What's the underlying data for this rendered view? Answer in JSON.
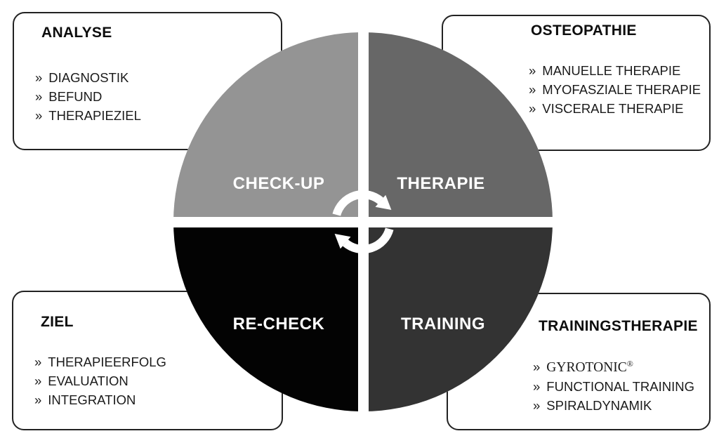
{
  "ui": {
    "bullet": "»",
    "background_color": "#ffffff",
    "panel_border_color": "#222222",
    "arrow_color": "#ffffff"
  },
  "cycle": {
    "center_icon": "cycle-arrows",
    "quadrants": [
      {
        "id": "check_up",
        "label": "CHECK-UP",
        "color": "#949494",
        "text_color": "#ffffff"
      },
      {
        "id": "therapie",
        "label": "THERAPIE",
        "color": "#676767",
        "text_color": "#ffffff"
      },
      {
        "id": "re_check",
        "label": "RE-CHECK",
        "color": "#030303",
        "text_color": "#ffffff"
      },
      {
        "id": "training",
        "label": "TRAINING",
        "color": "#333333",
        "text_color": "#ffffff"
      }
    ]
  },
  "panels": [
    {
      "position": "top-left",
      "title": "ANALYSE",
      "items": [
        "DIAGNOSTIK",
        "BEFUND",
        "THERAPIEZIEL"
      ]
    },
    {
      "position": "top-right",
      "title": "OSTEOPATHIE",
      "items": [
        "MANUELLE THERAPIE",
        "MYOFASZIALE THERAPIE",
        "VISCERALE THERAPIE"
      ]
    },
    {
      "position": "bottom-left",
      "title": "ZIEL",
      "items": [
        "THERAPIEERFOLG",
        "EVALUATION",
        "INTEGRATION"
      ]
    },
    {
      "position": "bottom-right",
      "title": "TRAININGSTHERAPIE",
      "items": [
        {
          "text": "GYROTONIC",
          "mark": "®"
        },
        "FUNCTIONAL TRAINING",
        "SPIRALDYNAMIK"
      ]
    }
  ]
}
